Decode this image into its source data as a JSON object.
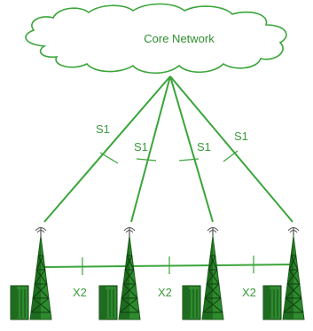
{
  "cloud": {
    "label": "Core Network"
  },
  "s1_links": [
    {
      "label": "S1"
    },
    {
      "label": "S1"
    },
    {
      "label": "S1"
    },
    {
      "label": "S1"
    }
  ],
  "x2_links": [
    {
      "label": "X2"
    },
    {
      "label": "X2"
    },
    {
      "label": "X2"
    }
  ],
  "colors": {
    "line": "#3aa53a",
    "cloud_stroke": "#3aa53a",
    "tower_dark": "#1f6b1f",
    "tower_light": "#3da33d",
    "text": "#3a9a3a"
  }
}
